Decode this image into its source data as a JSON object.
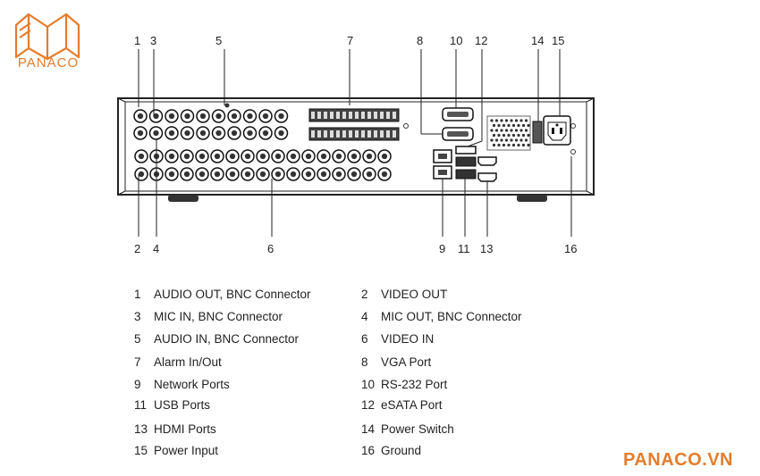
{
  "brand": {
    "logo_text": "PANACO",
    "footer_text": "PANACO.VN",
    "accent_color": "#e57c2c"
  },
  "callouts": {
    "c1": "1",
    "c3": "3",
    "c5": "5",
    "c7": "7",
    "c8": "8",
    "c10": "10",
    "c12": "12",
    "c14": "14",
    "c15": "15",
    "c2": "2",
    "c4": "4",
    "c6": "6",
    "c9": "9",
    "c11": "11",
    "c13": "13",
    "c16": "16"
  },
  "legend": [
    {
      "num": "1",
      "label": "AUDIO OUT, BNC Connector"
    },
    {
      "num": "2",
      "label": "VIDEO OUT"
    },
    {
      "num": "3",
      "label": "MIC IN, BNC Connector"
    },
    {
      "num": "4",
      "label": "MIC OUT, BNC Connector"
    },
    {
      "num": "5",
      "label": "AUDIO IN, BNC Connector"
    },
    {
      "num": "6",
      "label": "VIDEO IN"
    },
    {
      "num": "7",
      "label": "Alarm In/Out"
    },
    {
      "num": "8",
      "label": "VGA Port"
    },
    {
      "num": "9",
      "label": "Network Ports"
    },
    {
      "num": "10",
      "label": "RS-232 Port"
    },
    {
      "num": "11",
      "label": "USB Ports"
    },
    {
      "num": "12",
      "label": "eSATA Port"
    },
    {
      "num": "13",
      "label": "HDMI Ports"
    },
    {
      "num": "14",
      "label": "Power Switch"
    },
    {
      "num": "15",
      "label": "Power Input"
    },
    {
      "num": "16",
      "label": "Ground"
    }
  ]
}
